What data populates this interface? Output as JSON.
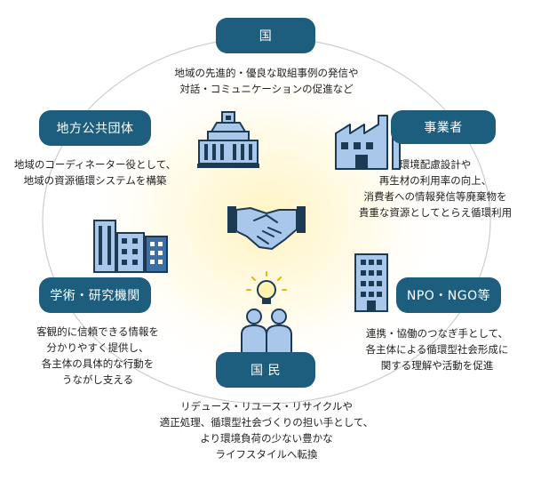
{
  "colors": {
    "pill": "#1d5e7e",
    "icon_blue": "#a9c7ea",
    "icon_dark": "#1d3a55",
    "icon_mid": "#3c6fa6",
    "glow": "#fff6cc"
  },
  "nodes": {
    "kuni": {
      "label": "国",
      "lines": [
        "地域の先進的・優良な取組事例の発信や",
        "対話・コミュニケーションの促進など"
      ],
      "icon": "government-building-icon"
    },
    "jigyousha": {
      "label": "事業者",
      "lines": [
        "環境配慮設計や",
        "再生材の利用率の向上、",
        "消費者への情報発信等廃棄物を",
        "貴重な資源としてとらえ循環利用"
      ],
      "icon": "factory-icon"
    },
    "npo": {
      "label": "NPO・NGO等",
      "lines": [
        "連携・協働のつなぎ手として、",
        "各主体による循環型社会形成に",
        "関する理解や活動を促進"
      ],
      "icon": "office-building-icon"
    },
    "kokumin": {
      "label": "国 民",
      "lines": [
        "リデュース・リユース・リサイクルや",
        "適正処理、循環型社会づくりの担い手として、",
        "より環境負荷の少ない豊かな",
        "ライフスタイルへ転換"
      ],
      "icon": "people-idea-icon"
    },
    "gakujutsu": {
      "label": "学術・研究機関",
      "lines": [
        "客観的に信頼できる情報を",
        "分かりやすく提供し、",
        "各主体の具体的な行動を",
        "うながし支える"
      ],
      "icon": "research-buildings-icon"
    },
    "chihou": {
      "label": "地方公共団体",
      "lines": [
        "地域のコーディネーター役として、",
        "地域の資源循環システムを構築"
      ],
      "icon": "city-hall-icon"
    }
  },
  "center_icon": "handshake-icon"
}
